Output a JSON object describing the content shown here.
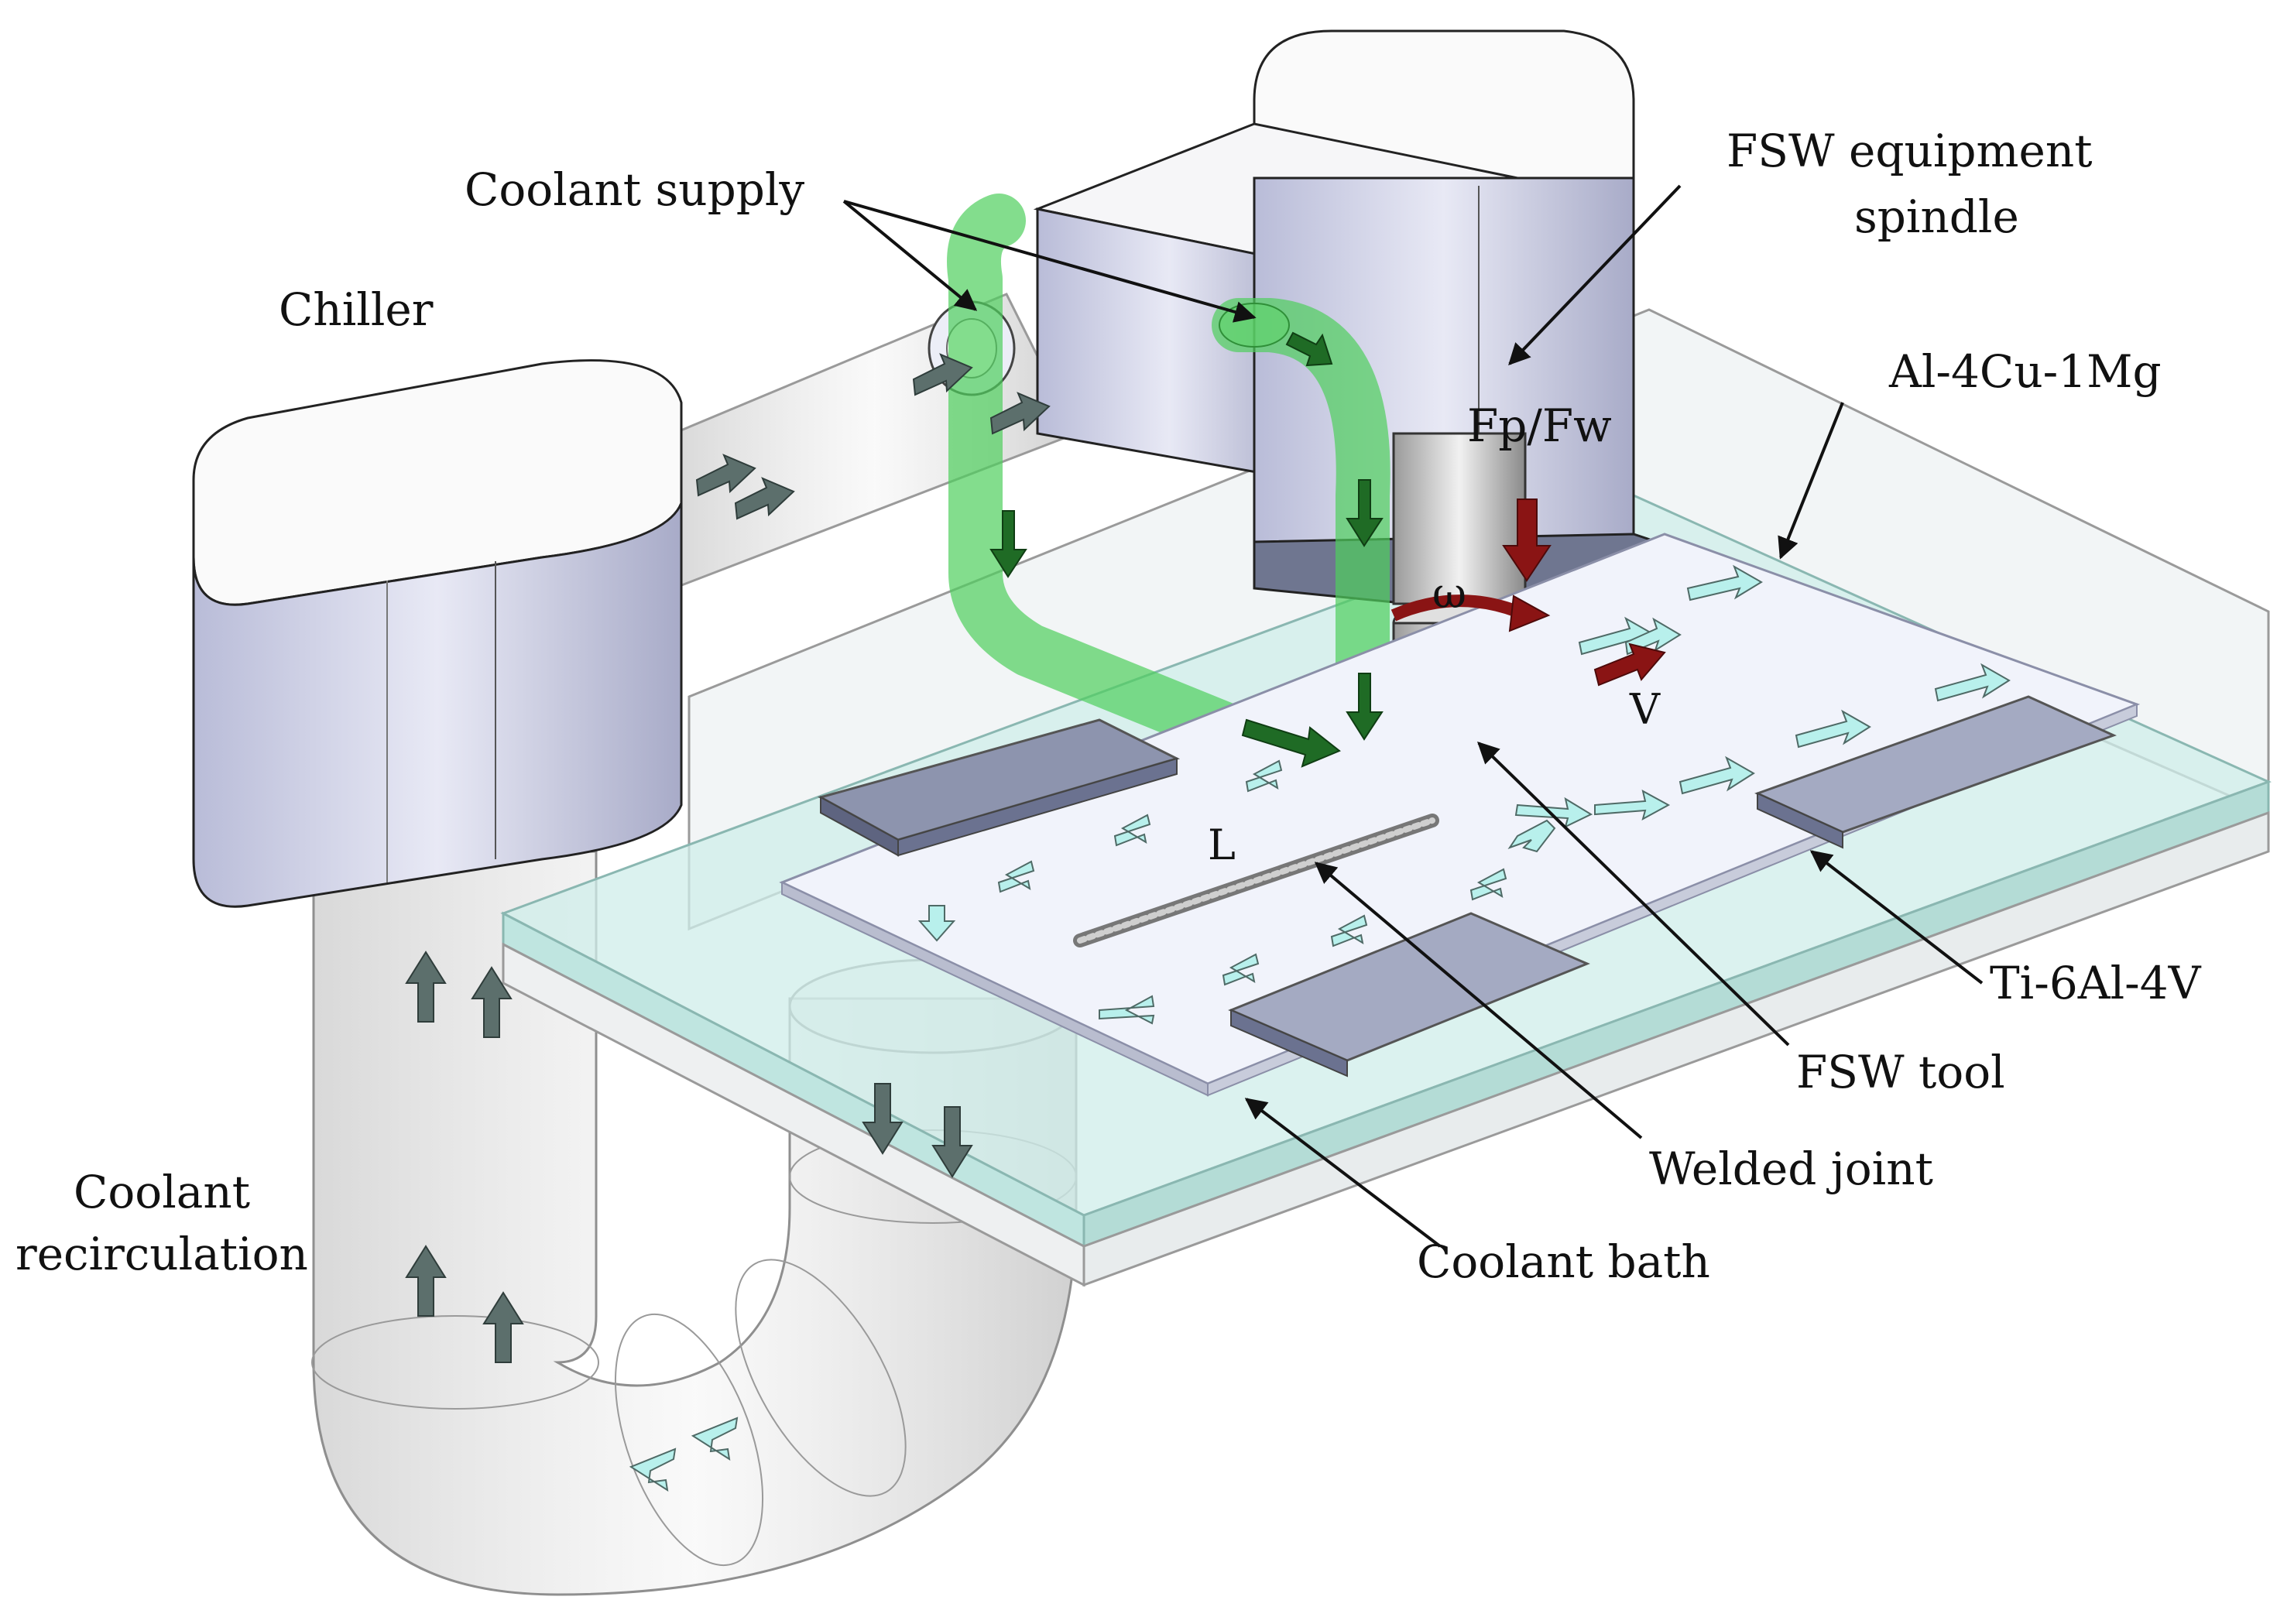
{
  "labels": {
    "coolant_supply": "Coolant supply",
    "chiller": "Chiller",
    "spindle_line1": "FSW equipment",
    "spindle_line2": "spindle",
    "al_alloy": "Al-4Cu-1Mg",
    "force": "Fp/Fw",
    "omega": "ω",
    "velocity": "V",
    "length": "L",
    "ti_alloy": "Ti-6Al-4V",
    "fsw_tool": "FSW tool",
    "welded_joint": "Welded joint",
    "coolant_bath": "Coolant bath",
    "recirc_line1": "Coolant",
    "recirc_line2": "recirculation"
  },
  "colors": {
    "equipment": "#c9cbe0",
    "equipment_dark": "#9ea2c0",
    "green_pipe": "#5fd36a",
    "bath_water": "#cfeeea",
    "plate_al": "#eef1fb",
    "plate_ti": "#9aa0ba",
    "arrow_flow": "#b8f0ec",
    "arrow_dark": "#4f6a66",
    "arrow_red": "#8a1414",
    "arrow_green": "#1f6b25"
  }
}
